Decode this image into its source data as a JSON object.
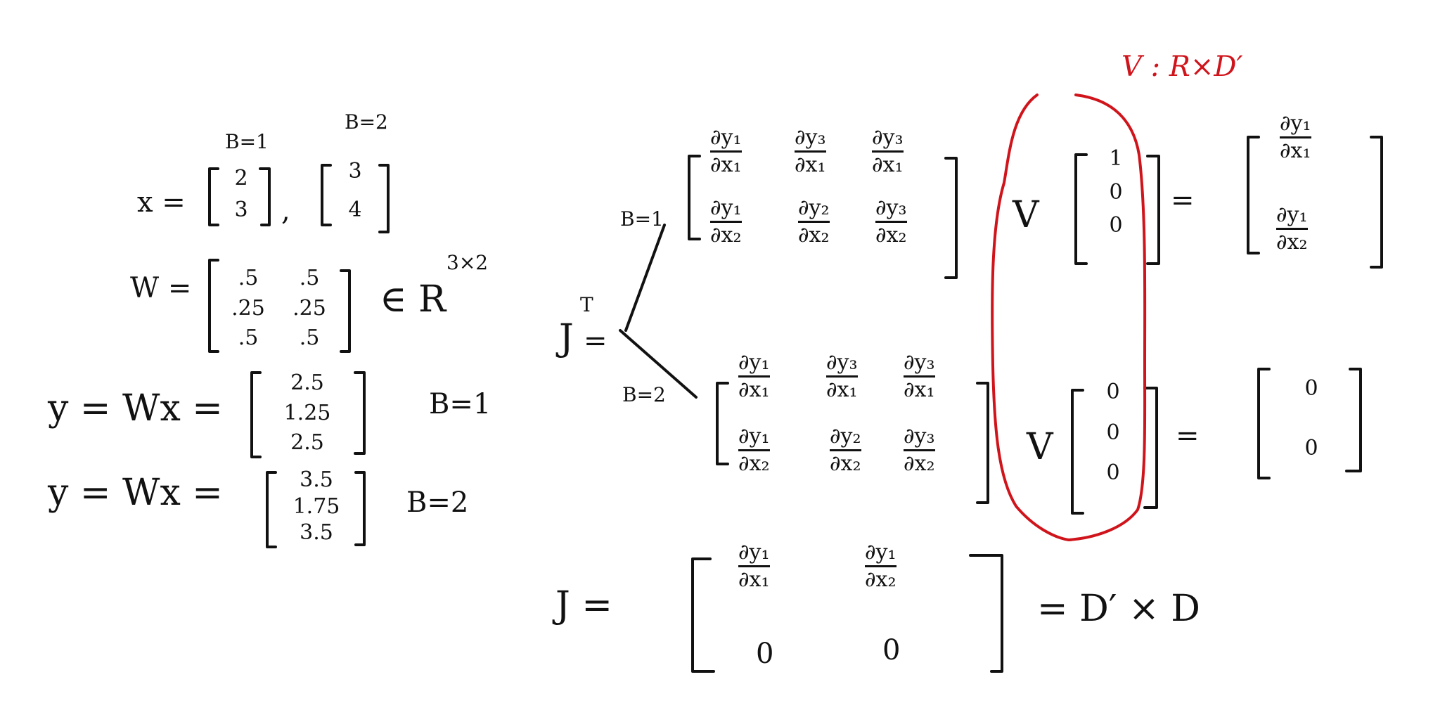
{
  "left": {
    "b1_label": "B=1",
    "b2_label": "B=2",
    "x_label": "x =",
    "x_vec_b1": [
      "2",
      "3"
    ],
    "x_vec_b2": [
      "3",
      "4"
    ],
    "comma": ",",
    "W_label": "W =",
    "W_rows": [
      [
        ".5",
        ".5"
      ],
      [
        ".25",
        ".25"
      ],
      [
        ".5",
        ".5"
      ]
    ],
    "in_R": "∈ R",
    "R_exp": "3×2",
    "y1_eq": "y = Wx =",
    "y1_vec": [
      "2.5",
      "1.25",
      "2.5"
    ],
    "y1_batch": "B=1",
    "y2_eq": "y = Wx =",
    "y2_vec": [
      "3.5",
      "1.75",
      "3.5"
    ],
    "y2_batch": "B=2"
  },
  "jacobian": {
    "JT_label": "J",
    "JT_sup": "T",
    "JT_eq": "=",
    "branch_b1": "B=1",
    "branch_b2": "B=2",
    "block_top_num": [
      "∂y₁",
      "∂y₃",
      "∂y₃"
    ],
    "block_top_den": [
      "∂x₁",
      "∂x₁",
      "∂x₁"
    ],
    "block_bot_num": [
      "∂y₁",
      "∂y₂",
      "∂y₃"
    ],
    "block_bot_den": [
      "∂x₂",
      "∂x₂",
      "∂x₂"
    ],
    "V_note": "V : R×D′",
    "V_label": "V",
    "v_top": [
      "1",
      "0",
      "0"
    ],
    "v_bot": [
      "0",
      "0",
      "0"
    ],
    "eq": "=",
    "res_top_num": [
      "∂y₁",
      "∂y₁"
    ],
    "res_top_den": [
      "∂x₁",
      "∂x₂"
    ],
    "res_bot": [
      "0",
      "0"
    ],
    "J_label": "J =",
    "J_row1_num": [
      "∂y₁",
      "∂y₁"
    ],
    "J_row1_den": [
      "∂x₁",
      "∂x₂"
    ],
    "J_row2": [
      "0",
      "0"
    ],
    "J_dim": "= D′ × D"
  },
  "colors": {
    "ink": "#111111",
    "red": "#d0141b"
  }
}
